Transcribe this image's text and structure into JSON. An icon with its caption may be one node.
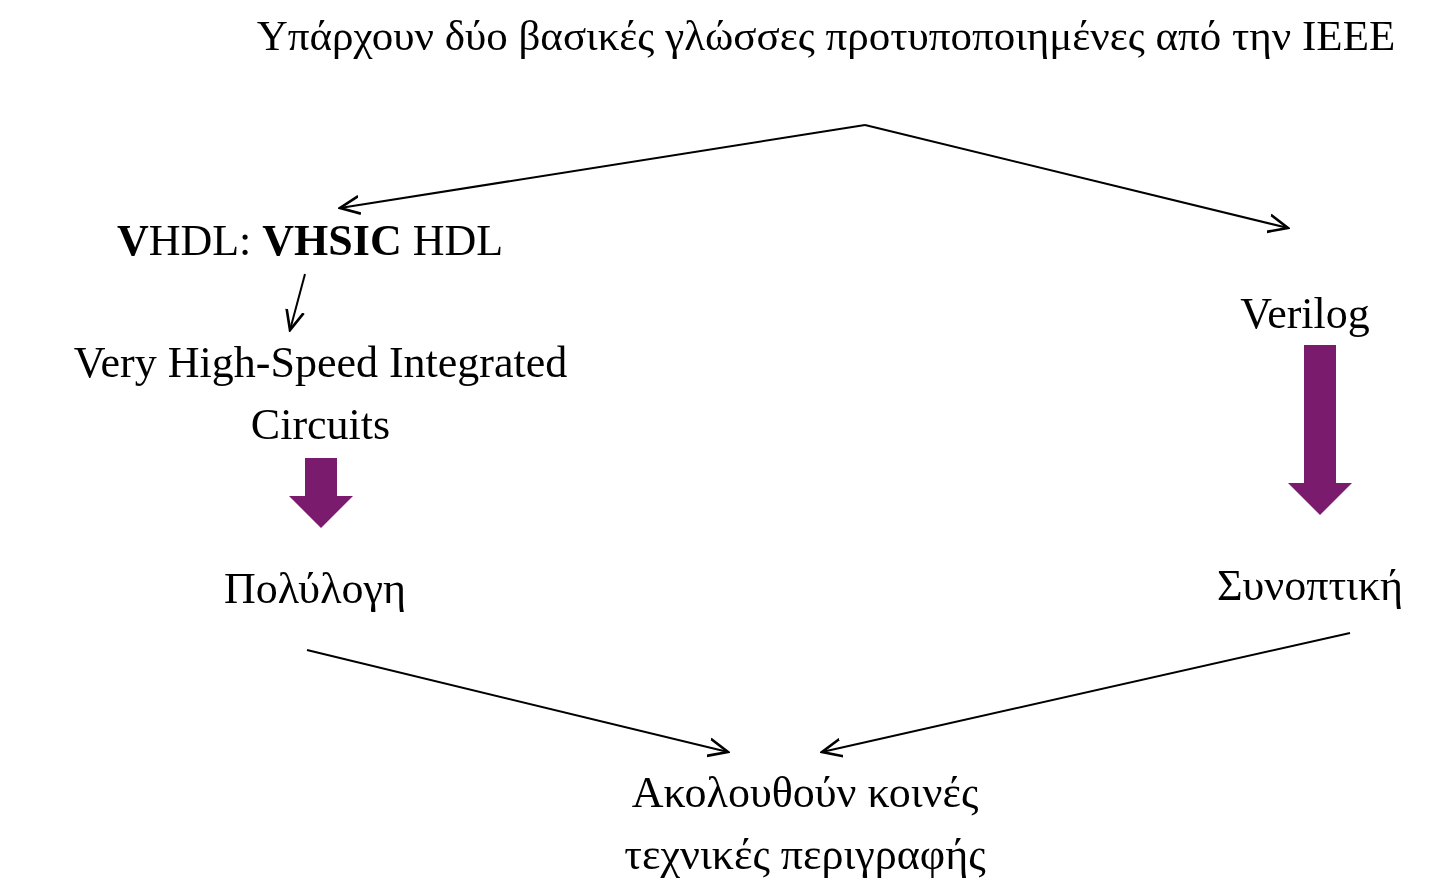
{
  "diagram": {
    "nodes": [
      {
        "text": [
          "Υπάρχουν δύο βασικές γλώσσες προτυποποιημένες από την IEEE"
        ]
      },
      {
        "text": [
          "**V**HDL: **VHSIC** HDL"
        ]
      },
      {
        "text": [
          "Very High-Speed Integrated Circuits"
        ]
      },
      {
        "text": [
          "Πολύλογη"
        ]
      },
      {
        "text": [
          "Verilog"
        ]
      },
      {
        "text": [
          "Συνοπτική"
        ]
      },
      {
        "text": [
          "Ακολουθούν κοινές τεχνικές περιγραφής"
        ]
      }
    ],
    "edges": [
      {
        "from": 0,
        "to": 1,
        "arrow": "to"
      },
      {
        "from": 0,
        "to": 4,
        "arrow": "to"
      },
      {
        "from": 1,
        "to": 2,
        "arrow": "to"
      },
      {
        "from": 2,
        "to": 3,
        "arrow": "to",
        "style": "thick",
        "color": "#7b1b6e"
      },
      {
        "from": 4,
        "to": 5,
        "arrow": "to",
        "style": "thick",
        "color": "#7b1b6e"
      },
      {
        "from": 3,
        "to": 6,
        "arrow": "to"
      },
      {
        "from": 5,
        "to": 6,
        "arrow": "to"
      }
    ]
  }
}
